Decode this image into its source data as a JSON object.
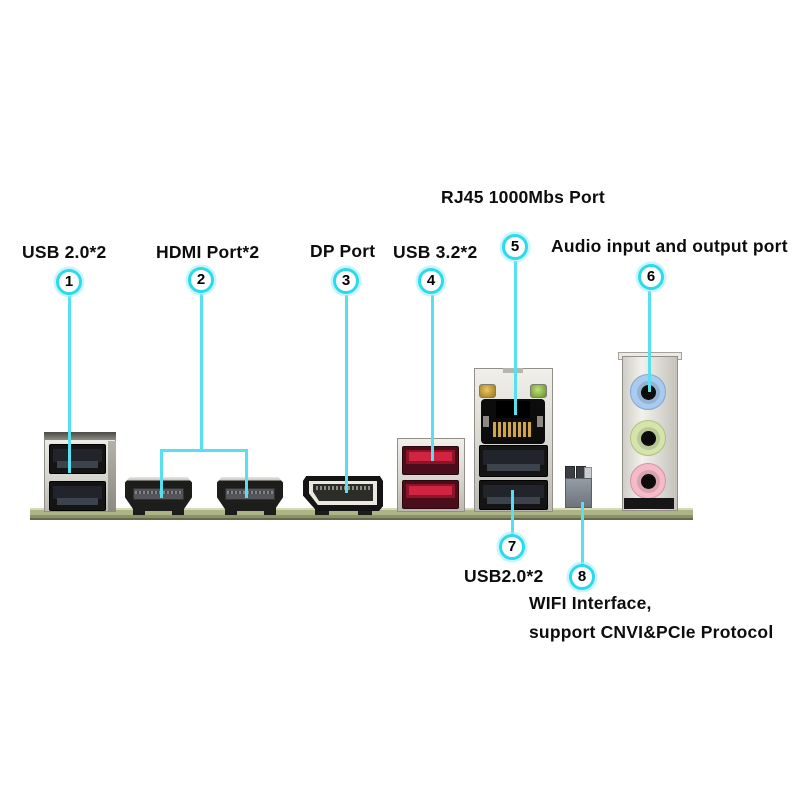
{
  "figure": {
    "type": "motherboard-rear-io-port-diagram",
    "colors": {
      "callout_ring": "#2ed9ec",
      "callout_line": "#58e0ee",
      "pcb_green": "#a9b184",
      "usb3_red": "#d02440",
      "audio_blue": "#a9cbf0",
      "audio_green": "#d4e4ac",
      "audio_pink": "#f4bac7",
      "led_amber": "#c99a32",
      "led_green": "#8cba42"
    }
  },
  "callouts": [
    {
      "num": "1",
      "label": "USB 2.0*2"
    },
    {
      "num": "2",
      "label": "HDMI Port*2"
    },
    {
      "num": "3",
      "label": "DP Port"
    },
    {
      "num": "4",
      "label": "USB 3.2*2"
    },
    {
      "num": "5",
      "label": "RJ45 1000Mbs Port"
    },
    {
      "num": "6",
      "label": "Audio input and output port"
    },
    {
      "num": "7",
      "label": "USB2.0*2"
    },
    {
      "num": "8",
      "label": "WIFI Interface,",
      "label_line2": "support CNVI&PCIe Protocol"
    }
  ]
}
